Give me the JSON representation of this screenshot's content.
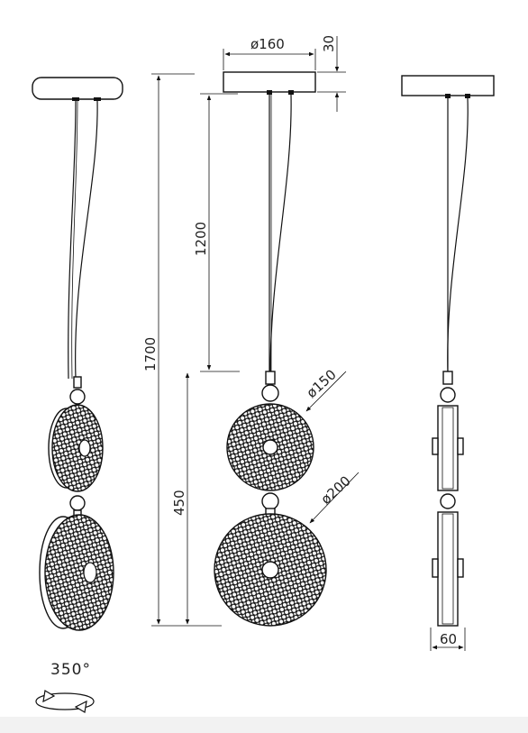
{
  "dimensions": {
    "canopy_diameter": "ø160",
    "canopy_height": "30",
    "cable_length": "1200",
    "total_height": "1700",
    "body_height": "450",
    "small_disc_diameter": "ø150",
    "large_disc_diameter": "ø200",
    "depth": "60"
  },
  "rotation": {
    "label": "350°"
  }
}
